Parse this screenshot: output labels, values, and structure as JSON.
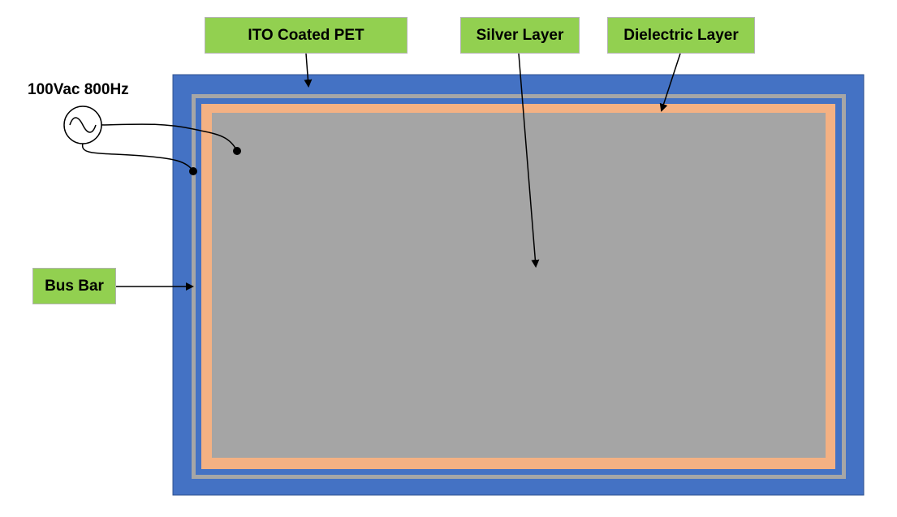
{
  "labels": {
    "ito": "ITO Coated PET",
    "silver": "Silver Layer",
    "dielectric": "Dielectric Layer",
    "bus_bar": "Bus Bar"
  },
  "source": {
    "text": "100Vac 800Hz",
    "icon": "ac-source-icon"
  },
  "colors": {
    "ito_layer": "#4472c4",
    "bus_bar": "#a6a6a6",
    "dielectric_layer": "#f4b183",
    "silver_layer": "#a5a5a5",
    "label_fill": "#92d050"
  }
}
